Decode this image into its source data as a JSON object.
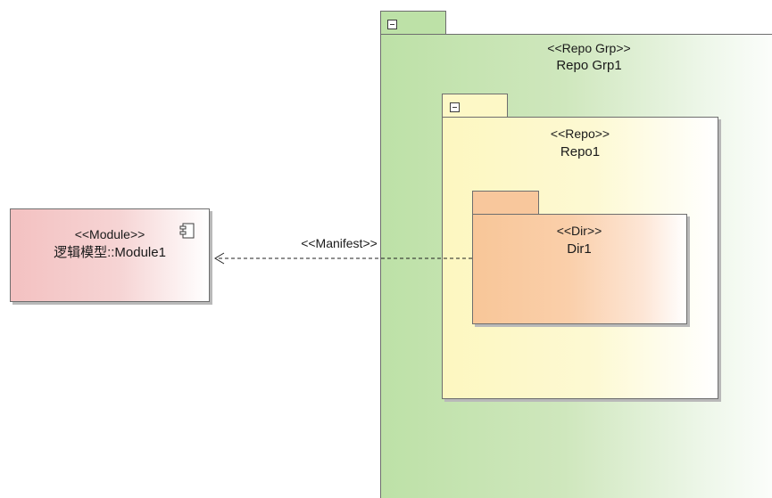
{
  "colors": {
    "repo_group_fill": "#bde1a7",
    "repo_fill": "#fdf8c6",
    "dir_fill": "#f8c79c",
    "module_fill": "#f3c3c3",
    "border": "#6e6e6e",
    "dependency_line": "#202020"
  },
  "repo_group": {
    "stereotype": "<<Repo Grp>>",
    "name": "Repo Grp1"
  },
  "repo": {
    "stereotype": "<<Repo>>",
    "name": "Repo1"
  },
  "dir": {
    "stereotype": "<<Dir>>",
    "name": "Dir1"
  },
  "module": {
    "stereotype": "<<Module>>",
    "name": "逻辑模型::Module1",
    "icon": "component-icon"
  },
  "dependency": {
    "stereotype": "<<Manifest>>",
    "style": "dashed",
    "arrowhead": "open"
  }
}
